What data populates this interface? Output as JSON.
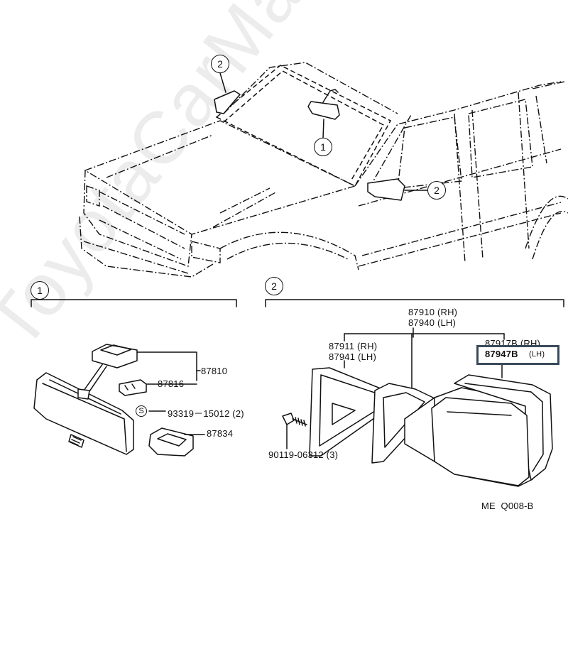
{
  "watermark": "ToyotaCarMaster.ru",
  "callouts": {
    "one": "1",
    "two": "2"
  },
  "section1": {
    "index": "1",
    "parts": {
      "p87810": "87810",
      "p87816": "87816",
      "p93319": "93319－15012 (2)",
      "p87834": "87834",
      "s_marker": "S"
    }
  },
  "section2": {
    "index": "2",
    "parts": {
      "p87910": "87910 (RH)",
      "p87940": "87940 (LH)",
      "p87911": "87911 (RH)",
      "p87941": "87941 (LH)",
      "p87917": "87917B (RH)",
      "p87947": "87947B",
      "p87947_side": "(LH)",
      "p90119": "90119-06312 (3)"
    }
  },
  "figure_code": "ME  Q008-B",
  "highlight_color": "#3a4a5a"
}
